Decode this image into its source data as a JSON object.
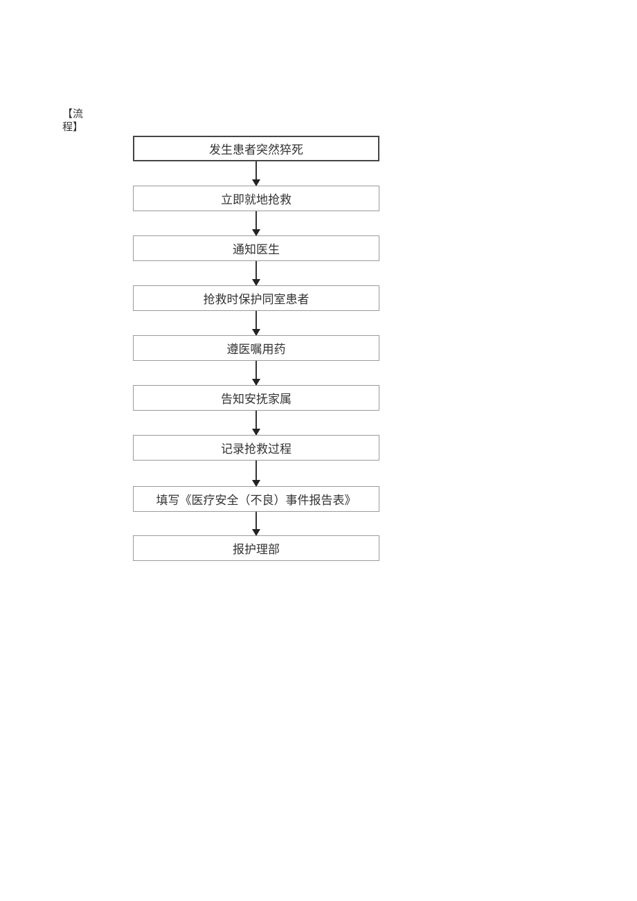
{
  "heading": {
    "line1": "【流",
    "line2": "程】"
  },
  "flowchart": {
    "steps": [
      {
        "label": "发生患者突然猝死"
      },
      {
        "label": "立即就地抢救"
      },
      {
        "label": "通知医生"
      },
      {
        "label": "抢救时保护同室患者"
      },
      {
        "label": "遵医嘱用药"
      },
      {
        "label": "告知安抚家属"
      },
      {
        "label": "记录抢救过程"
      },
      {
        "label": "填写《医疗安全（不良）事件报告表》"
      },
      {
        "label": "报护理部"
      }
    ],
    "connector": "down-arrow"
  },
  "colors": {
    "first_border": "#444444",
    "box_border": "#9a9a9a",
    "arrow": "#333333",
    "text": "#333333"
  }
}
